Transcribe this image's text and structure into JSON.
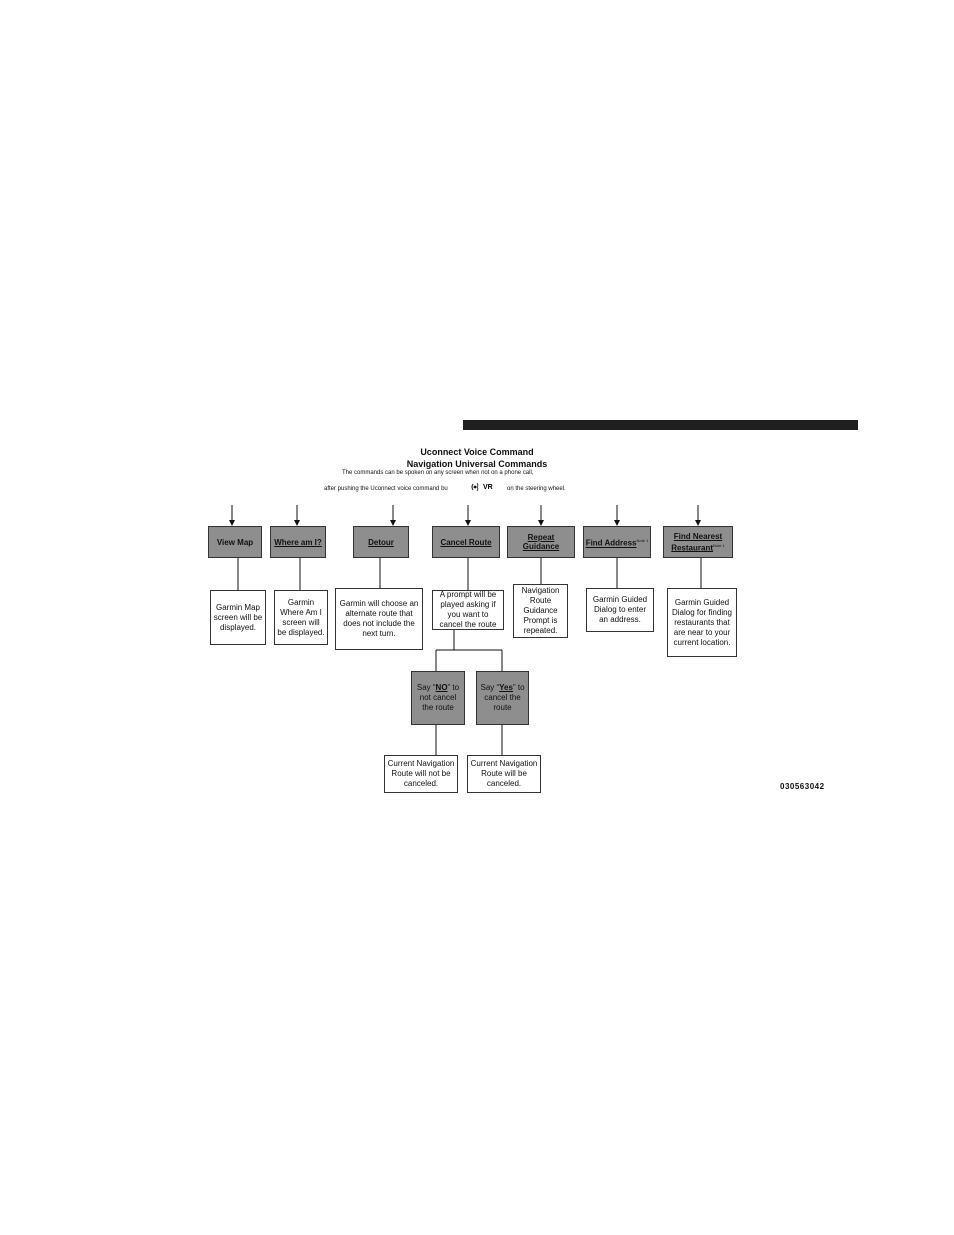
{
  "header": {
    "title": "Uconnect Voice Command",
    "subtitle": "Navigation Universal Commands",
    "note": "The commands can be spoken on any screen when not on a phone call,",
    "instruction_before": "after pushing the Uconnect voice command bu",
    "instruction_after": "on the steering wheel.",
    "vr_icon": "voice-command-button-icon",
    "vr_icon_label": "VR"
  },
  "commands": [
    {
      "label": "View Map",
      "result": "Garmin Map screen will be displayed."
    },
    {
      "label": "Where am I?",
      "result": "Garmin Where Am I screen will be displayed."
    },
    {
      "label": "Detour",
      "result": "Garmin will choose an alternate route that does not include the next turn."
    },
    {
      "label": "Cancel Route",
      "result": "A prompt will be played asking if you want to cancel the route"
    },
    {
      "label": "Repeat Guidance",
      "result": "Navigation Route Guidance Prompt is repeated."
    },
    {
      "label": "Find Address",
      "note": "Note 1",
      "result": "Garmin Guided Dialog to enter an address."
    },
    {
      "label": "Find Nearest Restaurant",
      "note": "Note 1",
      "result": "Garmin Guided Dialog for finding restaurants that are near to your current location."
    }
  ],
  "cancel_options": [
    {
      "pre": "Say “",
      "key": "NO",
      "post": "” to not cancel the route",
      "result": "Current Navigation Route will not be canceled."
    },
    {
      "pre": "Say “",
      "key": "Yes",
      "post": "” to cancel the route",
      "result": "Current Navigation Route will be canceled."
    }
  ],
  "figure_id": "030563042"
}
